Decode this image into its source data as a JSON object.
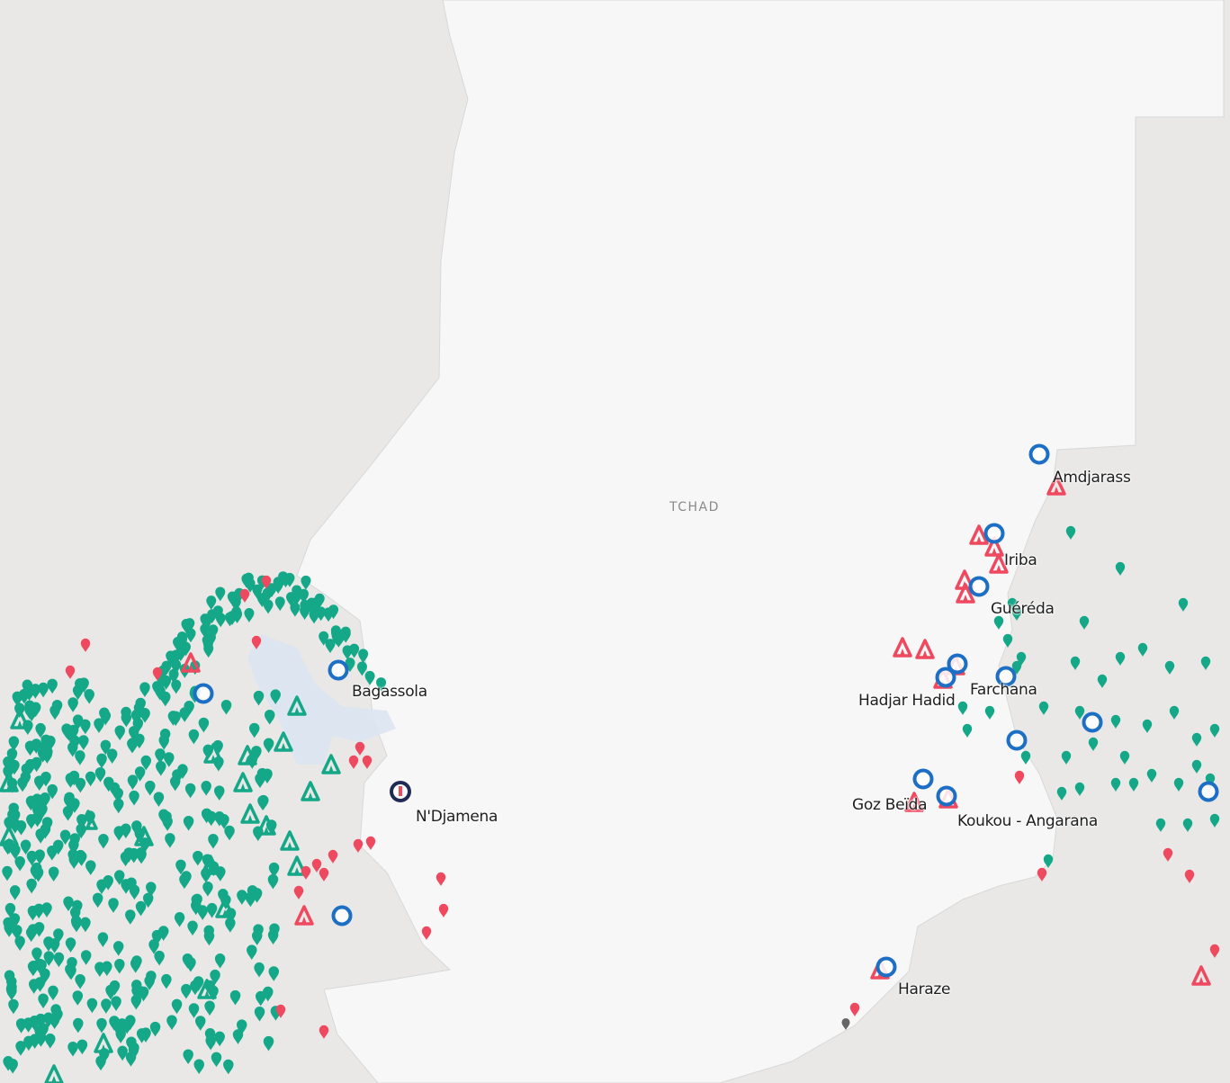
{
  "map": {
    "country_label": "TCHAD",
    "places": [
      {
        "id": "amdjarass",
        "name": "Amdjarass"
      },
      {
        "id": "iriba",
        "name": "Iriba"
      },
      {
        "id": "gereda",
        "name": "Guéréda"
      },
      {
        "id": "hadjar-hadid",
        "name": "Hadjar Hadid"
      },
      {
        "id": "farchana",
        "name": "Farchana"
      },
      {
        "id": "bagassola",
        "name": "Bagassola"
      },
      {
        "id": "ndjamena",
        "name": "N'Djamena"
      },
      {
        "id": "goz-beida",
        "name": "Goz Beïda"
      },
      {
        "id": "koukou-angarana",
        "name": "Koukou - Angarana"
      },
      {
        "id": "haraze",
        "name": "Haraze"
      }
    ],
    "colors": {
      "chad_fill": "#f7f7f7",
      "neighbor_fill": "#e9e8e7",
      "lake": "#dce6f1",
      "teal": "#14a888",
      "red": "#ef4960",
      "blue": "#1c6fc4",
      "navy": "#1f2a55",
      "grey": "#666666"
    },
    "marker_types": [
      "teal-pin",
      "teal-camp-icon",
      "red-pin",
      "red-camp-icon",
      "blue-ring-icon",
      "navy-office-icon"
    ]
  }
}
